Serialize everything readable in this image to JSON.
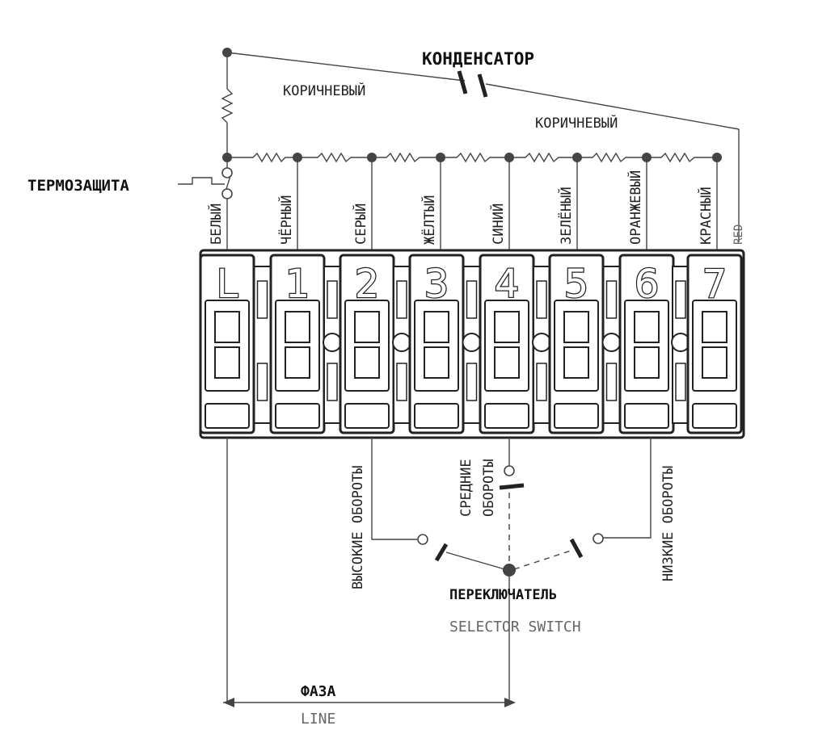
{
  "labels": {
    "capacitor": "КОНДЕНСАТОР",
    "brown_1": "КОРИЧНЕВЫЙ",
    "brown_2": "КОРИЧНЕВЫЙ",
    "thermal": "ТЕРМОЗАЩИТА",
    "high_speed": "ВЫСОКИЕ ОБОРОТЫ",
    "medium_speed_1": "СРЕДНИЕ",
    "medium_speed_2": "ОБОРОТЫ",
    "low_speed": "НИЗКИЕ ОБОРОТЫ",
    "switch_ru": "ПЕРЕКЛЮЧАТЕЛЬ",
    "switch_en": "SELECTOR SWITCH",
    "phase_ru": "ФАЗА",
    "phase_en": "LINE",
    "red_en": "RED"
  },
  "terminals": [
    {
      "id": "L",
      "wire_color": "БЕЛЫЙ"
    },
    {
      "id": "1",
      "wire_color": "ЧЁРНЫЙ"
    },
    {
      "id": "2",
      "wire_color": "СЕРЫЙ"
    },
    {
      "id": "3",
      "wire_color": "ЖЁЛТЫЙ"
    },
    {
      "id": "4",
      "wire_color": "СИНИЙ"
    },
    {
      "id": "5",
      "wire_color": "ЗЕЛЁНЫЙ"
    },
    {
      "id": "6",
      "wire_color": "ОРАНЖЕВЫЙ"
    },
    {
      "id": "7",
      "wire_color": "КРАСНЫЙ"
    }
  ]
}
